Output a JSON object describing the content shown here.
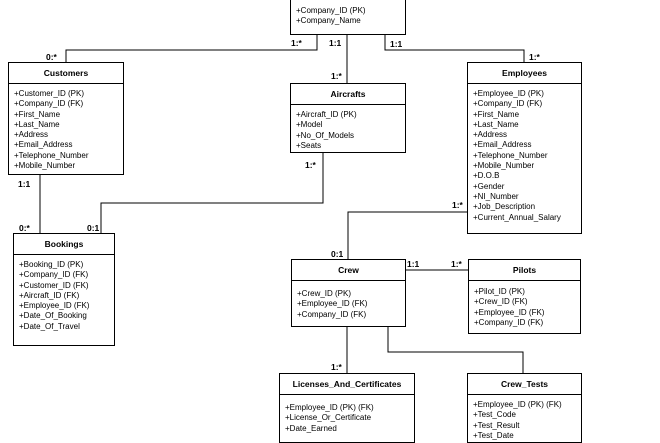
{
  "entities": {
    "company": {
      "title": "",
      "attributes": [
        "+Company_ID (PK)",
        "+Company_Name"
      ]
    },
    "customers": {
      "title": "Customers",
      "attributes": [
        "+Customer_ID (PK)",
        "+Company_ID (FK)",
        "+First_Name",
        "+Last_Name",
        "+Address",
        "+Email_Address",
        "+Telephone_Number",
        "+Mobile_Number"
      ]
    },
    "aircrafts": {
      "title": "Aircrafts",
      "attributes": [
        "+Aircraft_ID (PK)",
        "+Model",
        "+No_Of_Models",
        "+Seats"
      ]
    },
    "employees": {
      "title": "Employees",
      "attributes": [
        "+Employee_ID (PK)",
        "+Company_ID (FK)",
        "+First_Name",
        "+Last_Name",
        "+Address",
        "+Email_Address",
        "+Telephone_Number",
        "+Mobile_Number",
        "+D.O.B",
        "+Gender",
        "+NI_Number",
        "+Job_Description",
        "+Current_Annual_Salary"
      ]
    },
    "bookings": {
      "title": "Bookings",
      "attributes": [
        "+Booking_ID (PK)",
        "+Company_ID (FK)",
        "+Customer_ID (FK)",
        "+Aircraft_ID (FK)",
        "+Employee_ID (FK)",
        "+Date_Of_Booking",
        "+Date_Of_Travel"
      ]
    },
    "crew": {
      "title": "Crew",
      "attributes": [
        "+Crew_ID (PK)",
        "+Employee_ID (FK)",
        "+Company_ID (FK)"
      ]
    },
    "pilots": {
      "title": "Pilots",
      "attributes": [
        "+Pilot_ID (PK)",
        "+Crew_ID (FK)",
        "+Employee_ID (FK)",
        "+Company_ID (FK)"
      ]
    },
    "licenses": {
      "title": "Licenses_And_Certificates",
      "attributes": [
        "+Employee_ID (PK) (FK)",
        "+License_Or_Certificate",
        "+Date_Earned"
      ]
    },
    "crew_tests": {
      "title": "Crew_Tests",
      "attributes": [
        "+Employee_ID (PK) (FK)",
        "+Test_Code",
        "+Test_Result",
        "+Test_Date"
      ]
    }
  },
  "cardinalities": {
    "company_customers_near_company": "1:*",
    "company_customers_near_customers": "0:*",
    "company_aircrafts_near_company": "1:1",
    "company_aircrafts_near_aircrafts": "1:*",
    "company_employees_near_company": "1:1",
    "company_employees_near_employees": "1:*",
    "customers_bookings_near_customers": "1:1",
    "customers_bookings_near_bookings": "0:*",
    "aircrafts_bookings_near_aircrafts": "1:*",
    "aircrafts_bookings_near_bookings": "0:1",
    "employees_crew_near_employees": "1:*",
    "employees_crew_near_crew": "0:1",
    "crew_pilots_near_crew": "1:1",
    "crew_pilots_near_pilots": "1:*",
    "crew_licenses_near_licenses": "1:*"
  }
}
